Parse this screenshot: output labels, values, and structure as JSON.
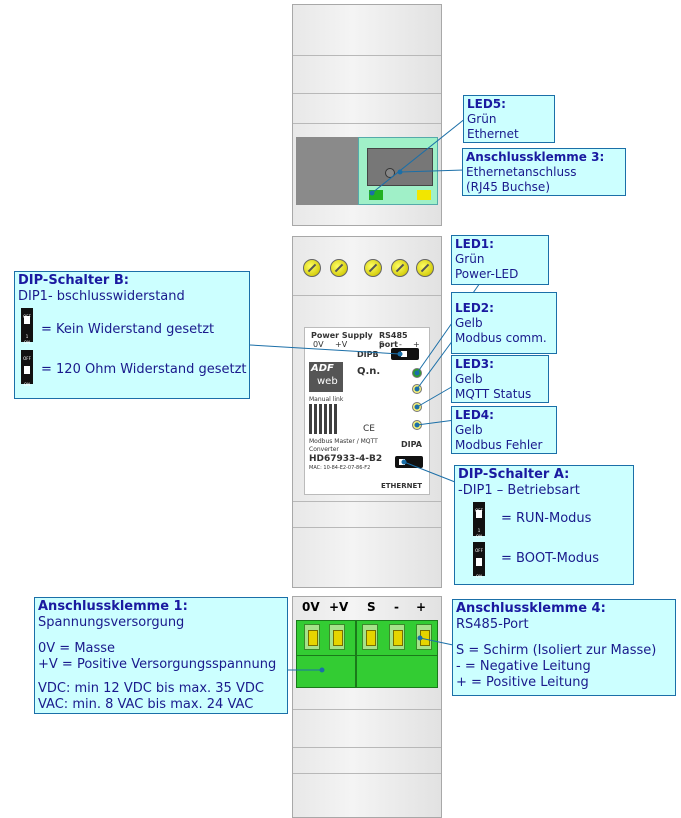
{
  "colors": {
    "box_bg": "#ccffff",
    "box_border": "#1b6fa8",
    "box_text": "#1a1a8c",
    "terminal_green": "#33cc33"
  },
  "top_module": {
    "led_colors": [
      "#22b022",
      "#f2e600"
    ]
  },
  "device": {
    "power_supply": "Power Supply",
    "rs485_port": "RS485 port",
    "pins": [
      "0V",
      "+V",
      "S",
      "-",
      "+"
    ],
    "dipb": "DIPB",
    "logo_top": "ADF",
    "logo_bottom": "web",
    "qn": "Q.n.",
    "manual_link": "Manual link",
    "ce": "CE",
    "model_desc_1": "Modbus Master / MQTT",
    "model_desc_2": "Converter",
    "model": "HD67933-4-B2",
    "mac": "MAC: 10-84-E2-07-86-F2",
    "dipa": "DIPA",
    "ethernet": "ETHERNET"
  },
  "bottom_terminal": {
    "labels": [
      "0V",
      "+V",
      "S",
      "-",
      "+"
    ]
  },
  "callouts": {
    "led5": {
      "title": "LED5:",
      "lines": [
        "Grün",
        "Ethernet"
      ]
    },
    "klemme3": {
      "title": "Anschlussklemme 3:",
      "lines": [
        "Ethernetanschluss",
        "(RJ45 Buchse)"
      ]
    },
    "led1": {
      "title": "LED1:",
      "lines": [
        "Grün",
        "Power-LED"
      ]
    },
    "led2": {
      "title": "LED2:",
      "lines": [
        "Gelb",
        "Modbus comm."
      ]
    },
    "led3": {
      "title": "LED3:",
      "lines": [
        "Gelb",
        "MQTT Status"
      ]
    },
    "led4": {
      "title": "LED4:",
      "lines": [
        "Gelb",
        "Modbus Fehler"
      ]
    },
    "dip_b": {
      "title": "DIP-Schalter B:",
      "subtitle": "DIP1- bschlusswiderstand",
      "opt1": "= Kein Widerstand gesetzt",
      "opt2": "= 120 Ohm Widerstand gesetzt",
      "switch_off": "OFF",
      "switch_on": "ON",
      "switch_num": "1"
    },
    "dip_a": {
      "title": "DIP-Schalter A:",
      "subtitle": "-DIP1 – Betriebsart",
      "opt1": "= RUN-Modus",
      "opt2": "= BOOT-Modus"
    },
    "klemme1": {
      "title": "Anschlussklemme 1:",
      "l1": "Spannungsversorgung",
      "l2": "0V = Masse",
      "l3": "+V = Positive Versorgungsspannung",
      "l4": "VDC: min 12 VDC bis max. 35 VDC",
      "l5": "VAC: min. 8 VAC bis max. 24 VAC"
    },
    "klemme4": {
      "title": "Anschlussklemme 4:",
      "l1": "RS485-Port",
      "l2": "S  = Schirm (Isoliert zur Masse)",
      "l3": "-   = Negative Leitung",
      "l4": "+  = Positive Leitung"
    }
  }
}
